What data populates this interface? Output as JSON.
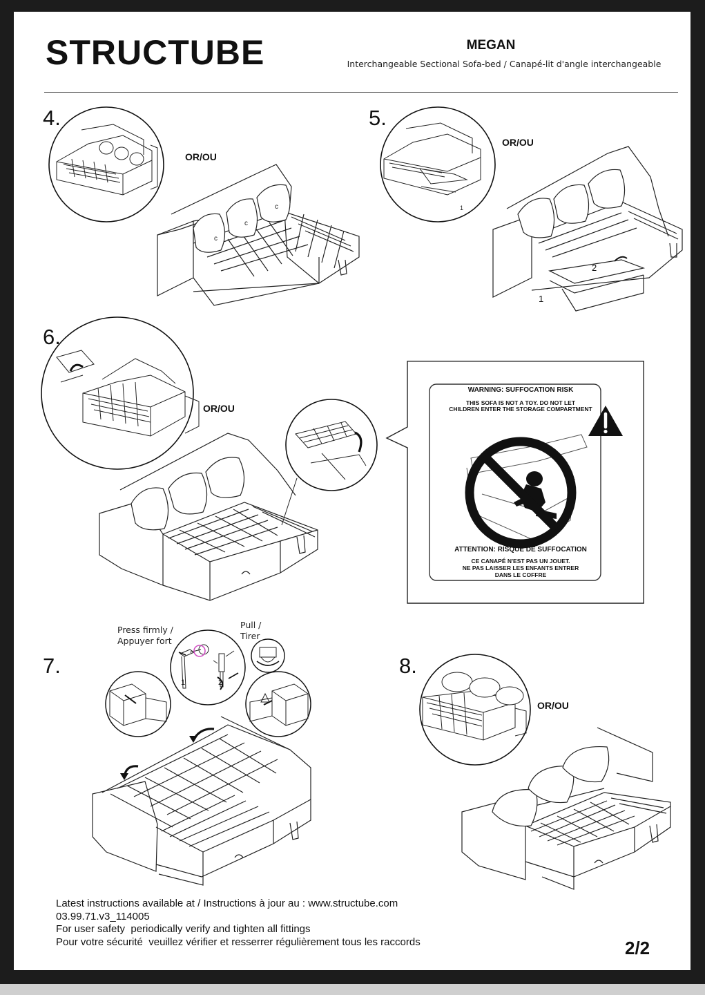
{
  "header": {
    "brand": "STRUCTUBE",
    "model": "MEGAN",
    "subtitle": "Interchangeable Sectional Sofa-bed / Canapé-lit d'angle interchangeable"
  },
  "steps": {
    "s4": "4.",
    "s5": "5.",
    "s6": "6.",
    "s7": "7.",
    "s8": "8."
  },
  "or_label": "OR/OU",
  "step7": {
    "press_line1": "Press firmly /",
    "press_line2": "Appuyer fort",
    "pull_line1": "Pull /",
    "pull_line2": "Tirer",
    "num1": "1",
    "num2": "2"
  },
  "step5_nums": {
    "n1": "1",
    "n2": "2"
  },
  "warning": {
    "title_en": "WARNING: SUFFOCATION RISK",
    "body_en_1": "THIS SOFA IS NOT A TOY. DO NOT LET",
    "body_en_2": "CHILDREN ENTER THE STORAGE COMPARTMENT",
    "title_fr": "ATTENTION: RISQUE DE SUFFOCATION",
    "body_fr_1": "CE CANAPÉ N'EST PAS UN JOUET.",
    "body_fr_2": "NE PAS LAISSER LES ENFANTS ENTRER",
    "body_fr_3": "DANS LE COFFRE",
    "hazard_icon": "warning-triangle-icon",
    "prohibition_icon": "no-entry-icon"
  },
  "footer": {
    "line1": "Latest instructions available at / Instructions à jour au : www.structube.com",
    "line2": "03.99.71.v3_114005",
    "line3": "For user safety  periodically verify and tighten all fittings",
    "line4": "Pour votre sécurité  veuillez vérifier et resserrer régulièrement tous les raccords"
  },
  "page_number": "2/2"
}
